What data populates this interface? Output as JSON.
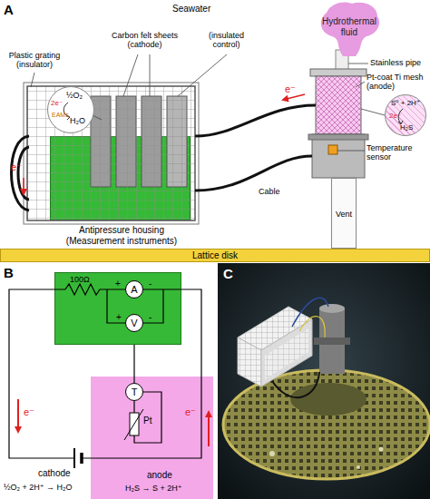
{
  "diagram": {
    "nodes": [
      {
        "text": [
          "Hydrothermal fluid"
        ]
      },
      {
        "text": [
          "2e⁻",
          "½O₂",
          "H₂O",
          "EAMs"
        ]
      },
      {
        "text": [
          "Antipressure housing (Measurement instruments)"
        ]
      },
      {
        "text": [
          "2e⁻",
          "S⁰ + 2H⁺",
          "H₂S"
        ]
      },
      {
        "text": [
          "Vent"
        ]
      },
      {
        "text": [
          "Lattice disk"
        ]
      },
      {
        "text": [
          "100Ω",
          "+",
          "-",
          "+",
          "-"
        ]
      },
      {
        "text": [
          "A"
        ],
        "in": 6
      },
      {
        "text": [
          "V"
        ],
        "in": 6
      },
      {
        "text": [
          "Pt",
          "anode",
          "H₂S → S + 2H⁺"
        ]
      },
      {
        "text": [
          "T"
        ],
        "in": 9
      }
    ],
    "edges": [
      {
        "from": 6,
        "to": 10,
        "arrow": "none"
      }
    ],
    "labels": [
      "A",
      "Seawater",
      "Carbon felt sheets (cathode)",
      "(insulated control)",
      "Plastic grating (insulator)",
      "Stainless pipe",
      "Pt-coat Ti mesh (anode)",
      "Temperature sensor",
      "Cable",
      "e⁻",
      "e⁻",
      "B",
      "e⁻",
      "e⁻",
      "cathode",
      "½O₂ + 2H⁺ → H₂O",
      "C"
    ]
  }
}
